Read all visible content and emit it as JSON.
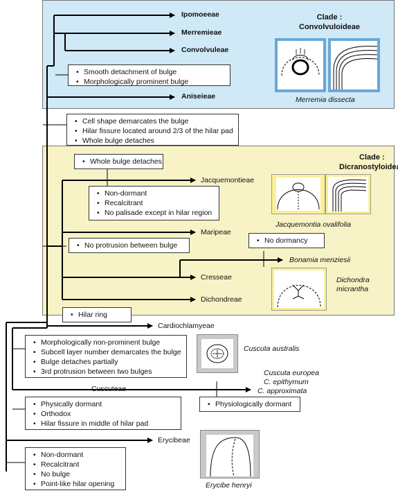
{
  "clades": {
    "convolvuloideae": {
      "line1": "Clade :",
      "line2": "Convolvuloideae",
      "species": "Merremia dissecta"
    },
    "dicranostyloideae": {
      "line1": "Clade :",
      "line2": "Dicranostyloideae",
      "species": "Jacquemontia ovalifolia"
    }
  },
  "tribes": {
    "ipomoeeae": "Ipomoeeae",
    "merremieae": "Merremieae",
    "convolvuleae": "Convolvuleae",
    "aniseieae": "Aniseieae",
    "jacquemontieae": "Jacquemontieae",
    "maripeae": "Maripeae",
    "cresseae": "Cresseae",
    "dichondreae": "Dichondreae",
    "cardiochlamyeae": "Cardiochlamyeae",
    "cuscuteae": "Cuscuteae",
    "erycibeae": "Erycibeae"
  },
  "species": {
    "bonamia": "Bonamia menziesii",
    "dichondra_1": "Dichondra",
    "dichondra_2": "micrantha",
    "cuscuta_australis": "Cuscuta australis",
    "cuscuta_europea": "Cuscuta europea",
    "c_epithymum": "C. epithymum",
    "c_approximata": "C. approximata",
    "erycibe": "Erycibe henryi"
  },
  "boxes": {
    "smooth": [
      "Smooth detachment of bulge",
      "Morphologically prominent bulge"
    ],
    "cell_shape": [
      "Cell shape demarcates the bulge",
      "Hilar fissure located around 2/3 of the hilar pad",
      "Whole bulge detaches"
    ],
    "whole_bulge": [
      "Whole bulge detaches"
    ],
    "non_dormant_1": [
      "Non-dormant",
      "Recalcitrant",
      "No palisade except in hilar region"
    ],
    "no_protrusion": [
      "No protrusion between bulge"
    ],
    "no_dormancy": [
      "No dormancy"
    ],
    "hilar_ring": [
      "Hilar ring"
    ],
    "morph_non_prominent": [
      "Morphologically non-prominent bulge",
      "Subcell layer number demarcates the bulge",
      "Bulge detaches partially",
      "3rd protrusion between two bulges"
    ],
    "physiologically": [
      "Physiologically dormant"
    ],
    "physically": [
      "Physically dormant",
      "Orthodox",
      "Hilar fissure in middle of hilar pad"
    ],
    "non_dormant_2": [
      "Non-dormant",
      "Recalcitrant",
      "No bulge",
      "Point-like hilar opening"
    ]
  },
  "colors": {
    "convolvuloideae_panel": "#cfe9f6",
    "dicranostyloideae_panel": "#f8f3c6",
    "line": "#000000"
  }
}
